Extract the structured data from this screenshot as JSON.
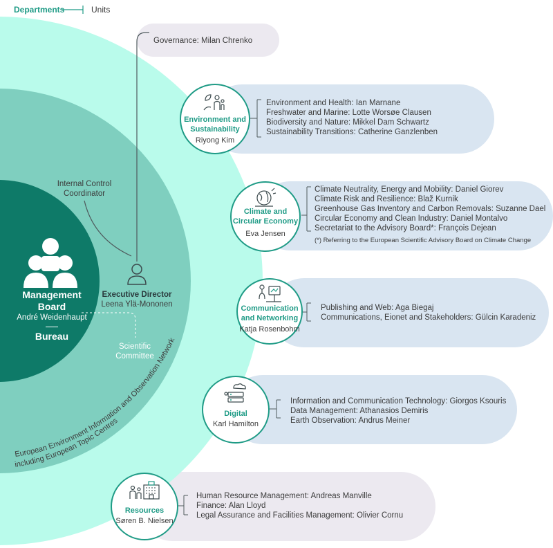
{
  "legend": {
    "departments": "Departments",
    "units": "Units"
  },
  "colors": {
    "teal_dark": "#0e7a68",
    "teal_mid": "#7fcfbf",
    "teal_light": "#c6f4ea",
    "aqua": "#b9fbeb",
    "accent": "#1f9b86",
    "pill_blue": "#d9e5f1",
    "pill_grey": "#ece9f0"
  },
  "governance": {
    "text": "Governance: Milan Chrenko"
  },
  "internal_control": {
    "line1": "Internal Control",
    "line2": "Coordinator"
  },
  "management_board": {
    "title_line1": "Management",
    "title_line2": "Board",
    "person": "André Weidenhaupt",
    "bureau": "Bureau",
    "icon": "people-group-icon"
  },
  "executive_director": {
    "title": "Executive Director",
    "person": "Leena Ylä-Mononen",
    "icon": "person-icon"
  },
  "scientific_committee": {
    "line1": "Scientific",
    "line2": "Committee"
  },
  "eionet": {
    "line1": "European Environment Information and Observation Network",
    "line2": "including European Topic Centres"
  },
  "departments": [
    {
      "name_line1": "Environment and",
      "name_line2": "Sustainability",
      "head": "Riyong Kim",
      "icon": "environment-icon",
      "units": [
        "Environment and Health: Ian Marnane",
        "Freshwater and Marine: Lotte Worsøe Clausen",
        "Biodiversity and Nature: Mikkel Dam Schwartz",
        "Sustainability Transitions: Catherine Ganzlenben"
      ]
    },
    {
      "name_line1": "Climate and",
      "name_line2": "Circular Economy",
      "head": "Eva Jensen",
      "icon": "globe-icon",
      "units": [
        "Climate Neutrality, Energy and Mobility: Daniel Giorev",
        "Climate Risk and Resilience: Blaž Kurnik",
        "Greenhouse Gas Inventory and Carbon Removals: Suzanne Dael",
        "Circular Economy and Clean Industry: Daniel Montalvo",
        "Secretariat to the Advisory Board*: François Dejean"
      ],
      "note": "(*) Referring to the European Scientific Advisory Board on Climate Change"
    },
    {
      "name_line1": "Communication",
      "name_line2": "and Networking",
      "head": "Katja Rosenbohm",
      "icon": "communication-icon",
      "units": [
        "Publishing and Web: Aga Biegaj",
        "Communications, Eionet and Stakeholders: Gülcin Karadeniz"
      ]
    },
    {
      "name_line1": "Digital",
      "name_line2": "",
      "head": "Karl Hamilton",
      "icon": "server-cloud-icon",
      "units": [
        "Information and Communication Technology: Giorgos Ksouris",
        "Data Management: Athanasios Demiris",
        "Earth Observation: Andrus Meiner"
      ]
    },
    {
      "name_line1": "Resources",
      "name_line2": "",
      "head": "Søren B. Nielsen",
      "icon": "building-people-icon",
      "units": [
        "Human Resource Management: Andreas Manville",
        "Finance: Alan Lloyd",
        "Legal Assurance and Facilities Management: Olivier Cornu"
      ]
    }
  ]
}
